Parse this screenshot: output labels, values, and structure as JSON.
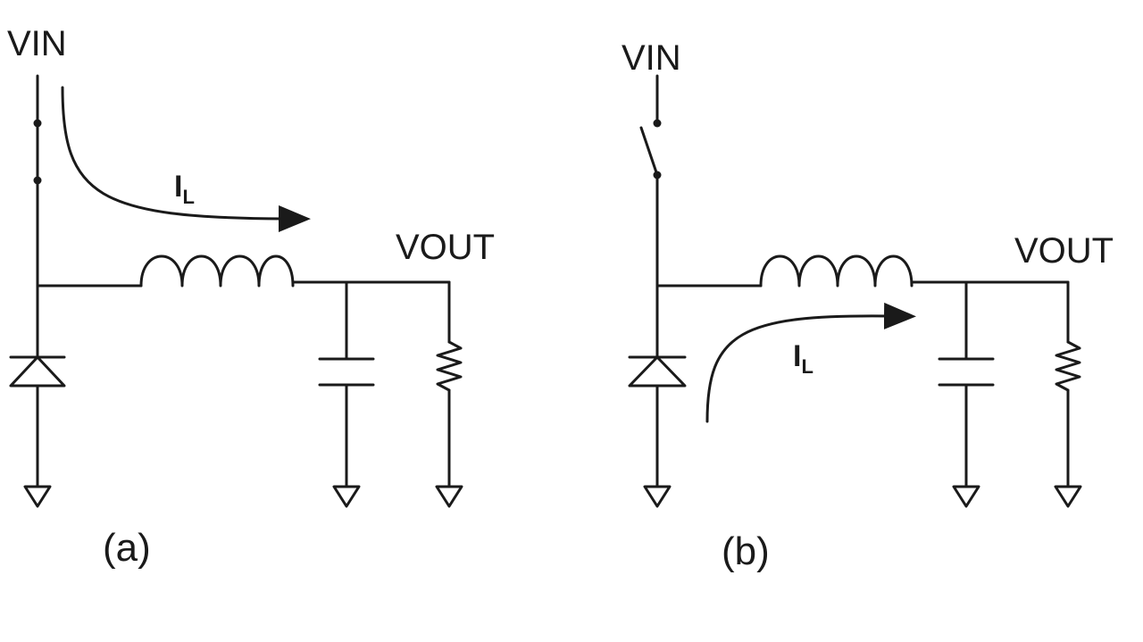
{
  "colors": {
    "ink": "#1a1a1a",
    "background": "#ffffff"
  },
  "circuit_a": {
    "vin_label": "VIN",
    "vout_label": "VOUT",
    "current_label": "I",
    "current_subscript": "L",
    "caption": "(a)"
  },
  "circuit_b": {
    "vin_label": "VIN",
    "vout_label": "VOUT",
    "current_label": "I",
    "current_subscript": "L",
    "caption": "(b)"
  }
}
